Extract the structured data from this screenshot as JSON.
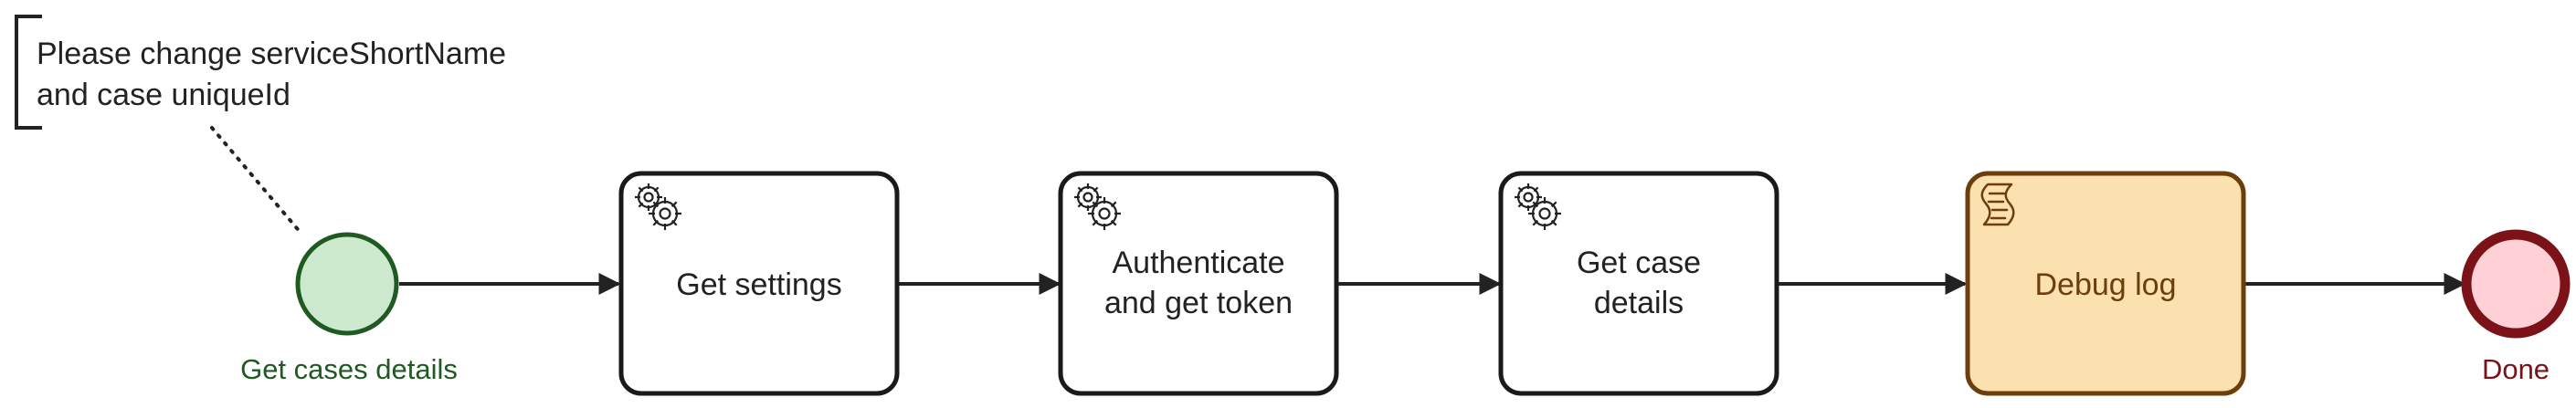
{
  "annotation": {
    "lines": [
      "Please change serviceShortName",
      "and case uniqueId"
    ]
  },
  "start_event": {
    "label": "Get cases details",
    "fill": "#cde9cd",
    "stroke": "#1f5a23",
    "label_color": "#1f5a23"
  },
  "tasks": [
    {
      "lines": [
        "Get settings"
      ],
      "type": "service-task",
      "icon": "gears-icon"
    },
    {
      "lines": [
        "Authenticate",
        "and get token"
      ],
      "type": "service-task",
      "icon": "gears-icon"
    },
    {
      "lines": [
        "Get case",
        "details"
      ],
      "type": "service-task",
      "icon": "gears-icon"
    },
    {
      "lines": [
        "Debug log"
      ],
      "type": "script-task",
      "icon": "script-icon",
      "fill": "#fbe0b0",
      "stroke": "#6b3e0c",
      "text_color": "#6b3e0c"
    }
  ],
  "end_event": {
    "label": "Done",
    "fill": "#ffd0d5",
    "stroke": "#7a1218",
    "label_color": "#7a1218"
  },
  "colors": {
    "line": "#222222",
    "task_stroke": "#1a1a1a",
    "task_fill": "#ffffff"
  }
}
